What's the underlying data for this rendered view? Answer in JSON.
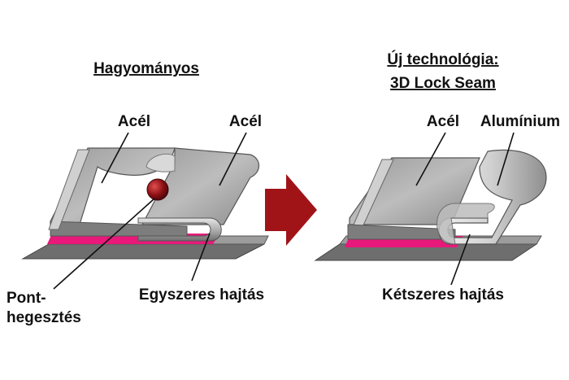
{
  "left": {
    "title": "Hagyományos",
    "label_steel_1": "Acél",
    "label_steel_2": "Acél",
    "label_spot_line1": "Pont-",
    "label_spot_line2": "hegesztés",
    "label_fold": "Egyszeres hajtás"
  },
  "right": {
    "title_line1": "Új technológia:",
    "title_line2": "3D Lock Seam",
    "label_steel": "Acél",
    "label_aluminium": "Alumínium",
    "label_fold": "Kétszeres hajtás"
  },
  "colors": {
    "sheet_light": "#c8c8c8",
    "sheet_dark": "#7a7a7a",
    "adhesive": "#e8197a",
    "arrow": "#a01418",
    "weld": "#8b0f14"
  },
  "icons": {
    "transition": "right-arrow-icon",
    "weld_point": "spot-weld-icon"
  }
}
